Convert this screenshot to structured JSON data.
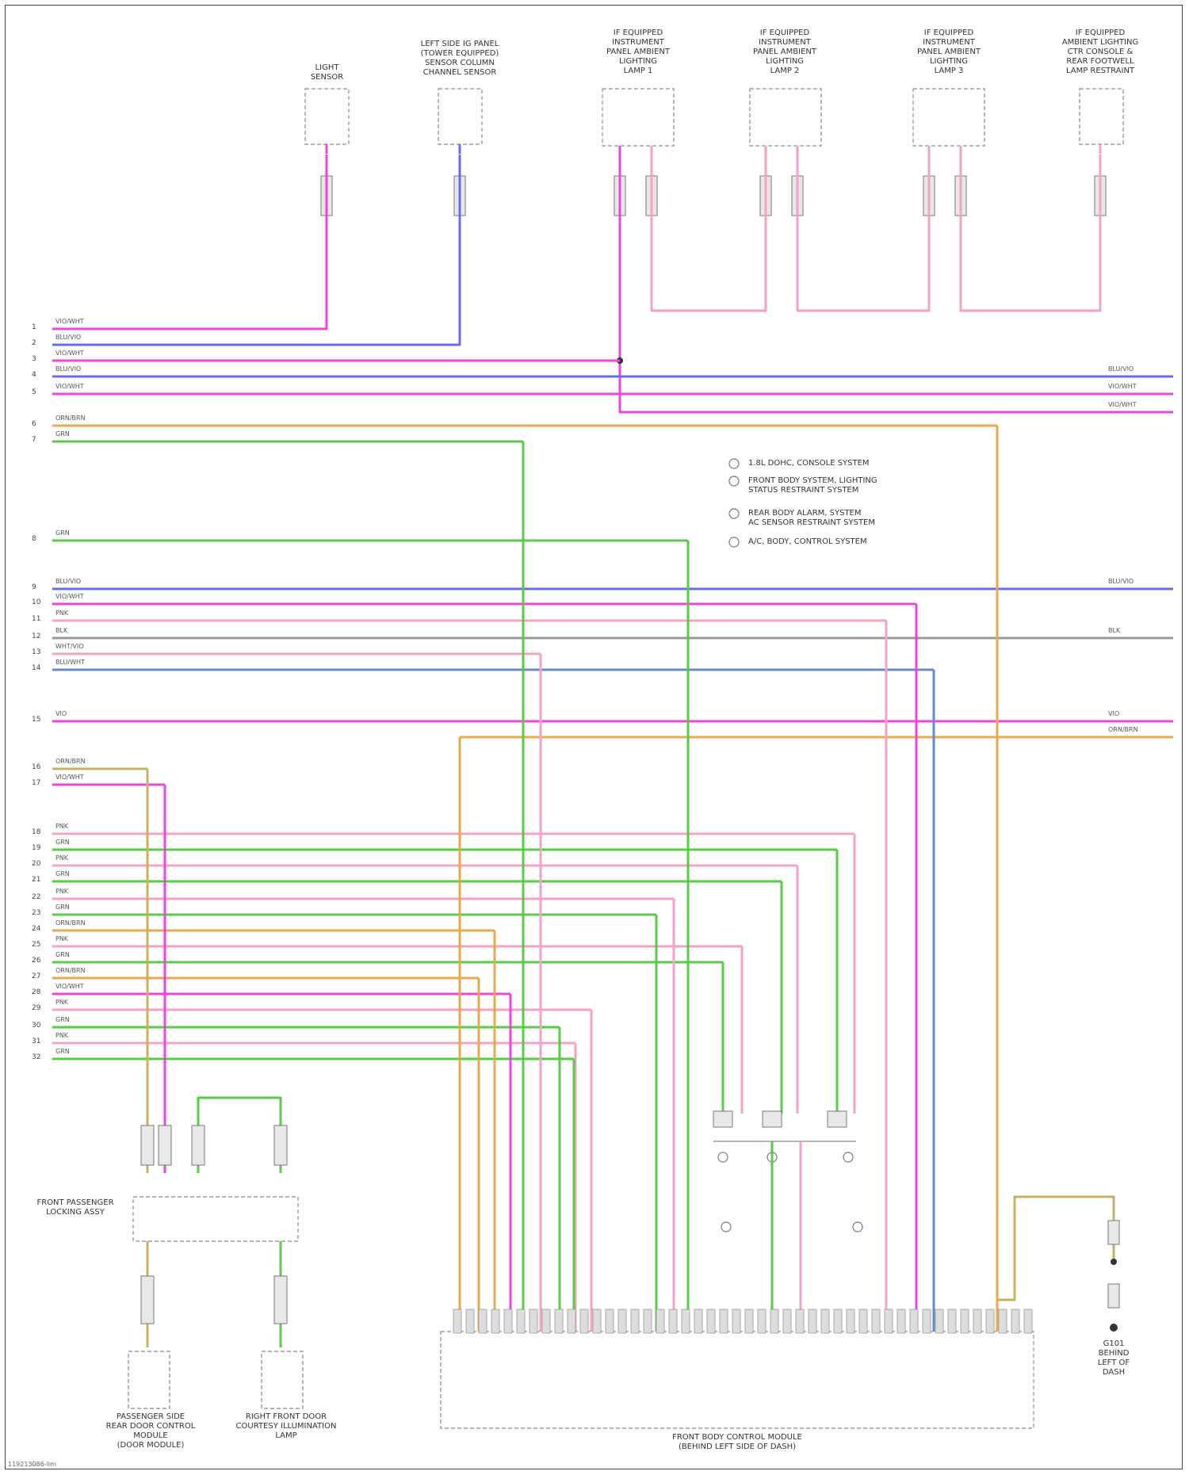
{
  "components_top": [
    {
      "id": "light-sensor",
      "label": "LIGHT\nSENSOR"
    },
    {
      "id": "left-side-ig-panel",
      "label": "LEFT SIDE IG PANEL\n(TOWER EQUIPPED)\nSENSOR COLUMN\nCHANNEL SENSOR"
    },
    {
      "id": "ambient-lighting-1",
      "label": "IF EQUIPPED\nINSTRUMENT\nPANEL AMBIENT\nLIGHTING\nLAMP 1"
    },
    {
      "id": "ambient-lighting-2",
      "label": "IF EQUIPPED\nINSTRUMENT\nPANEL AMBIENT\nLIGHTING\nLAMP 2"
    },
    {
      "id": "ambient-lighting-3",
      "label": "IF EQUIPPED\nINSTRUMENT\nPANEL AMBIENT\nLIGHTING\nLAMP 3"
    },
    {
      "id": "ambient-lighting-4",
      "label": "IF EQUIPPED\nAMBIENT LIGHTING\nCTR CONSOLE &\nREAR FOOTWELL\nLAMP RESTRAINT"
    }
  ],
  "components_bottom": [
    {
      "id": "front-door-lock",
      "label": "FRONT PASSENGER\nLOCKING ASSY"
    },
    {
      "id": "rear-door-module",
      "label": "PASSENGER SIDE\nREAR DOOR CONTROL\nMODULE\n(DOOR MODULE)"
    },
    {
      "id": "door-lamp",
      "label": "RIGHT FRONT DOOR\nCOURTESY ILLUMINATION\nLAMP"
    },
    {
      "id": "body-module",
      "label": "FRONT BODY CONTROL MODULE\n(BEHIND LEFT SIDE OF DASH)"
    },
    {
      "id": "ground",
      "label": "G101\nBEHIND\nLEFT OF\nDASH"
    }
  ],
  "legend": [
    "1.8L DOHC, CONSOLE SYSTEM",
    "FRONT BODY SYSTEM, LIGHTING\nSTATUS RESTRAINT SYSTEM",
    "REAR BODY ALARM, SYSTEM\nAC SENSOR RESTRAINT SYSTEM",
    "A/C, BODY, CONTROL SYSTEM"
  ],
  "wire_labels": [
    "VIO/WHT",
    "BLU/VIO",
    "VIO/WHT",
    "BLU/VIO",
    "VIO/WHT",
    "ORN/BRN",
    "GRN",
    "GRN",
    "BLU/VIO",
    "VIO/WHT",
    "PNK",
    "BLK",
    "WHT/VIO",
    "BLU/WHT",
    "VIO",
    "ORN/BRN",
    "VIO/WHT",
    "PNK",
    "GRN",
    "PNK",
    "GRN",
    "PNK",
    "GRN",
    "ORN/BRN",
    "PNK",
    "GRN",
    "ORN/BRN",
    "VIO/WHT",
    "PNK",
    "GRN",
    "PNK",
    "GRN"
  ],
  "right_labels": [
    "BLU/VIO",
    "VIO/WHT",
    "VIO/WHT",
    "BLU/VIO",
    "BLK",
    "VIO",
    "ORN/BRN"
  ],
  "pin_numbers": [
    "1",
    "2",
    "3",
    "4",
    "5",
    "6",
    "7",
    "8",
    "9",
    "10",
    "11",
    "12",
    "13",
    "14",
    "15",
    "16",
    "17",
    "18",
    "19",
    "20",
    "21",
    "22",
    "23",
    "24",
    "25",
    "26",
    "27",
    "28",
    "29",
    "30",
    "31",
    "32"
  ],
  "footer": "119213086-lim",
  "colors": {
    "violet": "#ee44dd",
    "pink": "#f5a0c8",
    "green": "#55cc44",
    "blue": "#6a6af0",
    "orange": "#e8a850",
    "gray": "#999999",
    "tan": "#c8b060",
    "steel": "#6688cc"
  }
}
